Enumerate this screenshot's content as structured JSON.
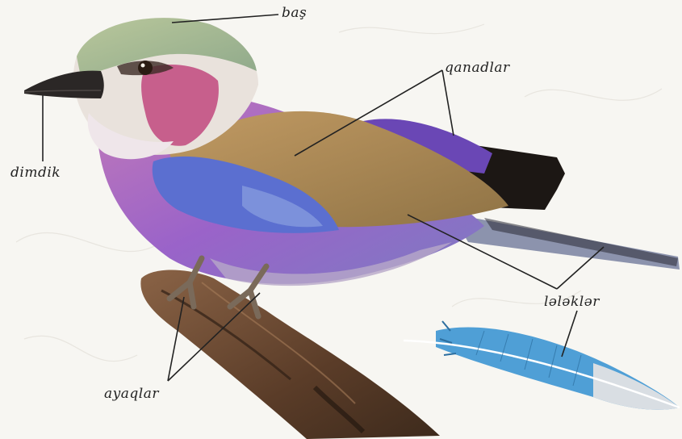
{
  "labels": {
    "head": "baş",
    "wings": "qanadlar",
    "beak": "dimdik",
    "feathers": "lələklər",
    "legs": "ayaqlar"
  },
  "colors": {
    "background": "#f7f6f2",
    "crown": "#9fb98e",
    "throat": "#c75f8c",
    "breast": "#a85cc4",
    "wing_brown": "#b38a55",
    "wing_blue": "#5b6fd0",
    "tail_dark": "#1c1714",
    "branch": "#6b4a33",
    "feather_blue": "#4f9fd6",
    "leader_lines": "#222222"
  }
}
